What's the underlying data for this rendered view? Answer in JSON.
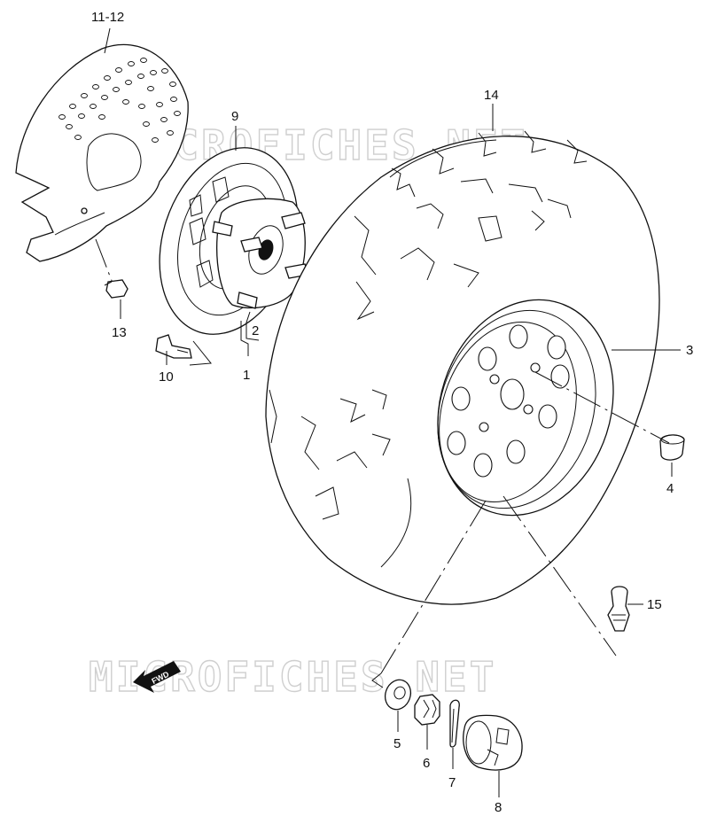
{
  "watermarks": [
    "MICROFICHES.NET",
    "MICROFICHES.NET"
  ],
  "fwd_arrow_text": "FWD",
  "callouts": {
    "c_11_12": "11-12",
    "c_9": "9",
    "c_14": "14",
    "c_13": "13",
    "c_2": "2",
    "c_1": "1",
    "c_10": "10",
    "c_3": "3",
    "c_4": "4",
    "c_15": "15",
    "c_5": "5",
    "c_6": "6",
    "c_7": "7",
    "c_8": "8"
  }
}
